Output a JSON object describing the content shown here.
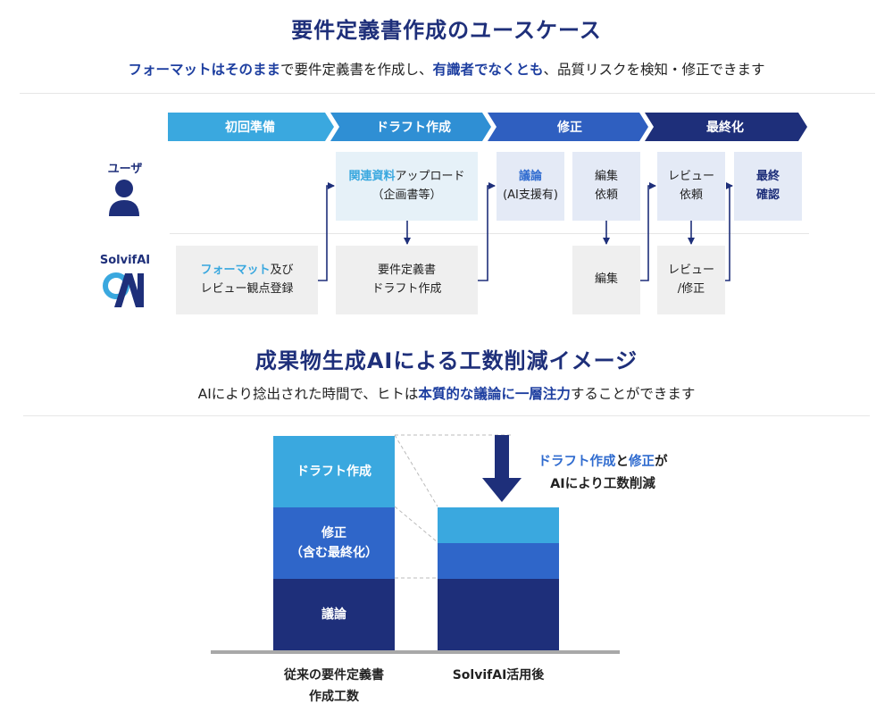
{
  "section1": {
    "title": "要件定義書作成のユースケース",
    "subtitle": {
      "part1": "フォーマットはそのまま",
      "part2": "で要件定義書を作成し、",
      "part3": "有識者でなくとも",
      "part4": "、品質リスクを検知・修正できます"
    },
    "phases": [
      "初回準備",
      "ドラフト作成",
      "修正",
      "最終化"
    ],
    "lanes": {
      "user": "ユーザ",
      "ai": "SolvifAI"
    },
    "user_boxes": {
      "upload": {
        "highlight": "関連資料",
        "rest": "アップロード",
        "line2": "（企画書等）"
      },
      "discuss": {
        "line1": "議論",
        "line2": "(AI支援有)"
      },
      "edit_request": {
        "line1": "編集",
        "line2": "依頼"
      },
      "review_request": {
        "line1": "レビュー",
        "line2": "依頼"
      },
      "final": {
        "line1": "最終",
        "line2": "確認"
      }
    },
    "ai_boxes": {
      "format": {
        "highlight": "フォーマット",
        "rest": "及び",
        "line2": "レビュー観点登録"
      },
      "draft": {
        "line1": "要件定義書",
        "line2": "ドラフト作成"
      },
      "edit": {
        "line1": "編集"
      },
      "review": {
        "line1": "レビュー",
        "line2": "/修正"
      }
    }
  },
  "section2": {
    "title": "成果物生成AIによる工数削減イメージ",
    "subtitle": {
      "part1": "AIにより捻出された時間で、ヒトは",
      "part2": "本質的な議論に一層注力",
      "part3": "することができます"
    },
    "note": {
      "highlight1": "ドラフト作成",
      "mid": "と",
      "highlight2": "修正",
      "end": "が",
      "line2": "AIにより工数削減"
    },
    "colors": {
      "draft": "#3aa8df",
      "revise": "#2f66c9",
      "discuss": "#1e2f7a"
    }
  },
  "chart_data": {
    "type": "bar",
    "stacked": true,
    "categories": [
      "従来の要件定義書作成工数",
      "SolvifAI活用後"
    ],
    "category_labels": [
      {
        "line1": "従来の要件定義書",
        "line2": "作成工数"
      },
      {
        "line1": "SolvifAI活用後",
        "line2": ""
      }
    ],
    "series": [
      {
        "name": "議論",
        "values": [
          1,
          1
        ]
      },
      {
        "name": "修正\n（含む最終化）",
        "name_line1": "修正",
        "name_line2": "（含む最終化）",
        "values": [
          1,
          0.5
        ]
      },
      {
        "name": "ドラフト作成",
        "values": [
          1,
          0.5
        ]
      }
    ],
    "ylim": [
      0,
      3
    ],
    "grid": false,
    "legend": "none"
  }
}
